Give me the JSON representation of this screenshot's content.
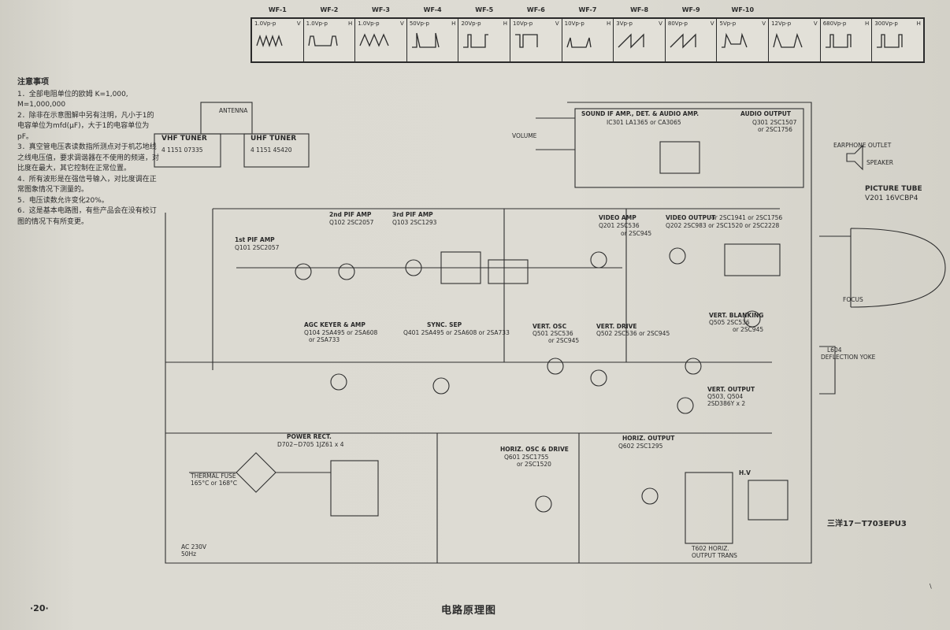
{
  "waveforms": [
    {
      "id": "WF-1",
      "amp": "1.0Vp-p",
      "unit": "V"
    },
    {
      "id": "WF-2",
      "amp": "1.0Vp-p",
      "unit": "H"
    },
    {
      "id": "WF-3",
      "amp": "1.0Vp-p",
      "unit": "V"
    },
    {
      "id": "WF-4",
      "amp": "50Vp-p",
      "unit": "H"
    },
    {
      "id": "WF-5",
      "amp": "20Vp-p",
      "unit": "H"
    },
    {
      "id": "WF-6",
      "amp": "10Vp-p",
      "unit": "V"
    },
    {
      "id": "WF-7",
      "amp": "10Vp-p",
      "unit": "H"
    },
    {
      "id": "WF-8",
      "amp": "3Vp-p",
      "unit": "V"
    },
    {
      "id": "WF-9",
      "amp": "80Vp-p",
      "unit": "V"
    },
    {
      "id": "WF-10",
      "amp": "5Vp-p",
      "unit": "V"
    },
    {
      "id": "",
      "amp": "12Vp-p",
      "unit": "V"
    },
    {
      "id": "",
      "amp": "680Vp-p",
      "unit": "H"
    },
    {
      "id": "",
      "amp": "300Vp-p",
      "unit": "H"
    }
  ],
  "notes": {
    "title": "注意事项",
    "items": [
      "1．全部电阻单位的欧姆 K=1,000, M=1,000,000",
      "2．除非在示意图解中另有注明，凡小于1的电容单位为mfd(μF)，大于1的电容单位为pF。",
      "3．真空管电压表读数指所测点对于机芯地线之线电压值，要求调谐器在不使用的频道，对比度在最大，其它控制在正常位置。",
      "4．所有波形是在强信号输入，对比度调在正常图象情况下测量的。",
      "5．电压读数允许变化20%。",
      "6．这是基本电路图，有些产品会在没有校订图的情况下有所变更。"
    ]
  },
  "blocks": {
    "vhf_tuner": "VHF TUNER",
    "vhf_part": "4 1151 07335",
    "uhf_tuner": "UHF TUNER",
    "uhf_part": "4 1151 45420",
    "sound": "SOUND IF AMP., DET. & AUDIO AMP.",
    "sound_ic": "IC301 LA1365 or CA3065",
    "audio_out": "AUDIO OUTPUT",
    "audio_q": "Q301 2SC1507",
    "audio_q2": "or 2SC1756",
    "pif1": "1st PIF AMP",
    "pif1_q": "Q101 2SC2057",
    "pif2": "2nd PIF AMP",
    "pif2_q": "Q102 2SC2057",
    "pif3": "3rd PIF AMP",
    "pif3_q": "Q103 2SC1293",
    "video_amp": "VIDEO AMP",
    "video_amp_q": "Q201 2SC536",
    "video_amp_q2": "or 2SC945",
    "video_out": "VIDEO OUTPUT",
    "video_out_q": "Q202 2SC983 or 2SC1520 or 2SC2228",
    "video_out_q0": "or 2SC1941 or 2SC1756",
    "pic_tube": "PICTURE TUBE",
    "pic_tube_v": "V201 16VCBP4",
    "agc": "AGC KEYER & AMP",
    "agc_q": "Q104 2SA495 or 2SA608",
    "agc_q2": "or 2SA733",
    "sync": "SYNC. SEP",
    "sync_q": "Q401 2SA495 or 2SA608 or 2SA733",
    "vosc": "VERT. OSC",
    "vosc_q": "Q501 2SC536",
    "vosc_q2": "or 2SC945",
    "vdrive": "VERT. DRIVE",
    "vdrive_q": "Q502 2SC536 or 2SC945",
    "vblank": "VERT. BLANKING",
    "vblank_q": "Q505 2SC536",
    "vblank_q2": "or 2SC945",
    "vout": "VERT. OUTPUT",
    "vout_q": "Q503, Q504",
    "vout_q2": "2SD386Y x 2",
    "yoke": "L604",
    "yoke2": "DEFLECTION YOKE",
    "power": "POWER RECT.",
    "power_d": "D702~D705   1JZ61 x 4",
    "hosc": "HORIZ. OSC & DRIVE",
    "hosc_q": "Q601 2SC1755",
    "hosc_q2": "or 2SC1520",
    "hout": "HORIZ. OUTPUT",
    "hout_q": "Q602 2SC1295",
    "hv": "H.V",
    "fuse": "THERMAL FUSE 165°C or 168°C",
    "ac": "AC 230V 50Hz",
    "earphone": "EARPHONE OUTLET",
    "speaker": "SPEAKER",
    "focus": "FOCUS",
    "volume": "VOLUME",
    "antenna": "ANTENNA",
    "flyback": "T602 HORIZ. OUTPUT TRANS"
  },
  "footer": {
    "page_number": "·20·",
    "title": "电路原理图",
    "model": "三洋17－T703EPU3",
    "corner": "\\"
  }
}
